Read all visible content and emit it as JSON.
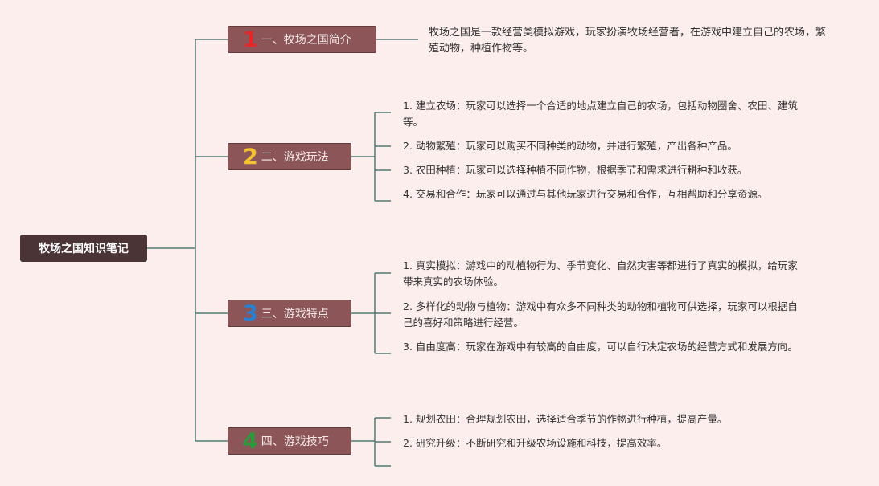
{
  "root": {
    "label": "牧场之国知识笔记"
  },
  "colors": {
    "background": "#fdeeee",
    "line": "#4f7a73",
    "root_fill": "#4a3436",
    "branch_fill": "#8c5558",
    "num1": "#e02a2a",
    "num2": "#f2c230",
    "num3": "#2b7fd1",
    "num4": "#2a9a3a"
  },
  "branches": [
    {
      "number": "1",
      "label": "一、牧场之国简介",
      "intro": "牧场之国是一款经营类模拟游戏，玩家扮演牧场经营者，在游戏中建立自己的农场，繁殖动物，种植作物等。"
    },
    {
      "number": "2",
      "label": "二、游戏玩法",
      "items": [
        "1. 建立农场：玩家可以选择一个合适的地点建立自己的农场，包括动物圈舍、农田、建筑等。",
        "2. 动物繁殖：玩家可以购买不同种类的动物，并进行繁殖，产出各种产品。",
        "3. 农田种植：玩家可以选择种植不同作物，根据季节和需求进行耕种和收获。",
        "4. 交易和合作：玩家可以通过与其他玩家进行交易和合作，互相帮助和分享资源。"
      ]
    },
    {
      "number": "3",
      "label": "三、游戏特点",
      "items": [
        "1. 真实模拟：游戏中的动植物行为、季节变化、自然灾害等都进行了真实的模拟，给玩家带来真实的农场体验。",
        "2. 多样化的动物与植物：游戏中有众多不同种类的动物和植物可供选择，玩家可以根据自己的喜好和策略进行经营。",
        "3. 自由度高：玩家在游戏中有较高的自由度，可以自行决定农场的经营方式和发展方向。"
      ]
    },
    {
      "number": "4",
      "label": "四、游戏技巧",
      "items": [
        "1. 规划农田：合理规划农田，选择适合季节的作物进行种植，提高产量。",
        "2. 研究升级：不断研究和升级农场设施和科技，提高效率。",
        ""
      ]
    }
  ]
}
